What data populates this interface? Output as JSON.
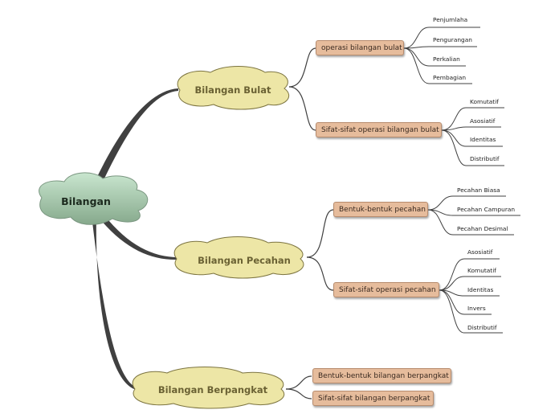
{
  "root": {
    "label": "Bilangan"
  },
  "branches": [
    {
      "label": "Bilangan Bulat",
      "children": [
        {
          "label": "operasi bilangan bulat",
          "leaves": [
            "Penjumlaha",
            "Pengurangan",
            "Perkalian",
            "Pembagian"
          ]
        },
        {
          "label": "Sifat-sifat operasi bilangan bulat",
          "leaves": [
            "Komutatif",
            "Asosiatif",
            "Identitas",
            "Distributif"
          ]
        }
      ]
    },
    {
      "label": "Bilangan Pecahan",
      "children": [
        {
          "label": "Bentuk-bentuk pecahan",
          "leaves": [
            "Pecahan Biasa",
            "Pecahan Campuran",
            "Pecahan Desimal"
          ]
        },
        {
          "label": "Sifat-sifat operasi pecahan",
          "leaves": [
            "Asosiatif",
            "Komutatif",
            "Identitas",
            "Invers",
            "Distributif"
          ]
        }
      ]
    },
    {
      "label": "Bilangan Berpangkat",
      "children": [
        {
          "label": "Bentuk-bentuk bilangan berpangkat",
          "leaves": []
        },
        {
          "label": "Sifat-sifat bilangan berpangkat",
          "leaves": []
        }
      ]
    }
  ],
  "colors": {
    "root_cloud_top": "#c9e6cf",
    "root_cloud_bottom": "#86a98c",
    "branch_cloud": "#ede6a6",
    "box_fill": "#e6bc9c",
    "connector": "#404040"
  }
}
